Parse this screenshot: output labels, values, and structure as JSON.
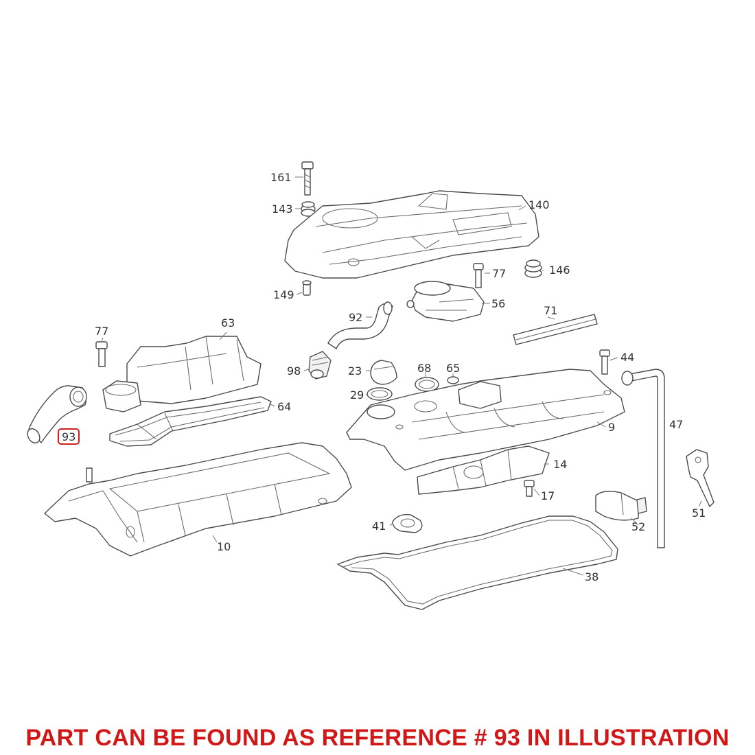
{
  "diagram": {
    "highlighted_ref": "93",
    "highlight_color": "#cc1f1f",
    "callouts": {
      "c161": "161",
      "c143": "143",
      "c140": "140",
      "c146": "146",
      "c149": "149",
      "c77a": "77",
      "c77b": "77",
      "c56": "56",
      "c92": "92",
      "c71": "71",
      "c63": "63",
      "c98": "98",
      "c44": "44",
      "c23": "23",
      "c68": "68",
      "c65": "65",
      "c29": "29",
      "c47": "47",
      "c64": "64",
      "c9": "9",
      "c93": "93",
      "c14": "14",
      "c17": "17",
      "c10": "10",
      "c41": "41",
      "c52": "52",
      "c51": "51",
      "c38": "38"
    }
  },
  "footer": {
    "text": "PART CAN BE FOUND AS REFERENCE # 93 IN ILLUSTRATION",
    "color": "#d01818"
  }
}
